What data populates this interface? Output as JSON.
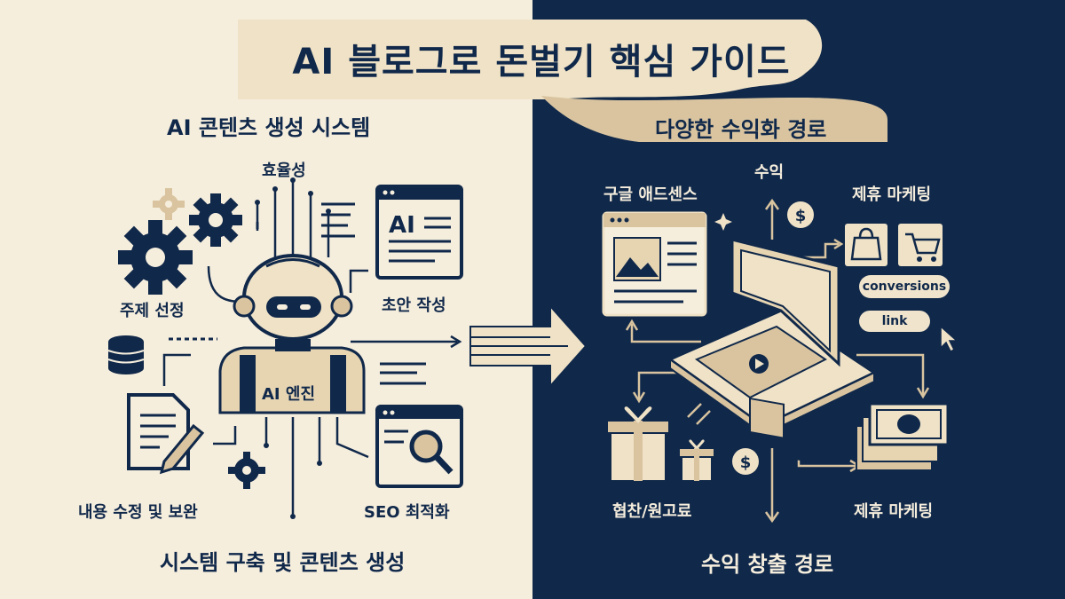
{
  "title": "AI 블로그로 돈벌기 핵심 가이드",
  "left": {
    "heading": "AI 콘텐츠 생성 시스템",
    "labels": {
      "efficiency": "효율성",
      "topic": "주제 선정",
      "draft": "초안 작성",
      "engine": "AI 엔진",
      "edit": "내용 수정 및 보완",
      "seo": "SEO 최적화",
      "ai_doc": "AI"
    },
    "footer": "시스템 구축 및 콘텐츠 생성"
  },
  "right": {
    "heading": "다양한 수익화 경로",
    "labels": {
      "revenue": "수익",
      "adsense": "구글 애드센스",
      "affiliate_top": "제휴 마케팅",
      "conversions": "conversions",
      "link": "link",
      "sponsorship": "협찬/원고료",
      "affiliate_bottom": "제휴 마케팅"
    },
    "footer": "수익 창출 경로"
  },
  "colors": {
    "cream": "#f6eedd",
    "navy": "#10284a",
    "beige": "#d9c49f",
    "light_beige": "#efe2c6"
  },
  "icons": [
    "gear-icon",
    "robot-icon",
    "document-icon",
    "database-icon",
    "pencil-icon",
    "magnifier-icon",
    "laptop-icon",
    "shopping-bag-icon",
    "cart-icon",
    "cursor-icon",
    "dollar-icon",
    "gift-icon",
    "money-icon",
    "sparkle-icon",
    "arrow-icon"
  ]
}
